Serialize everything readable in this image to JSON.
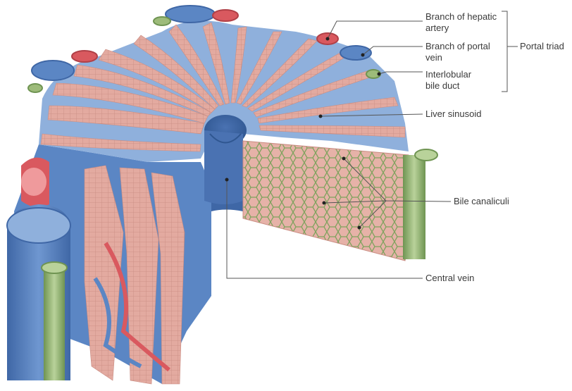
{
  "labels": {
    "hepatic_artery": "Branch of hepatic\nartery",
    "portal_vein": "Branch of portal\nvein",
    "bile_duct": "Interlobular\nbile duct",
    "portal_triad": "Portal triad",
    "sinusoid": "Liver sinusoid",
    "canaliculi": "Bile canaliculi",
    "central_vein": "Central vein"
  },
  "colors": {
    "vein_blue": "#5b86c4",
    "vein_blue_dark": "#3f67a6",
    "vein_blue_light": "#8fb0dc",
    "hepatocyte_pink": "#e3aaa0",
    "hepatocyte_pink_dark": "#c98c82",
    "artery_red": "#d9595f",
    "artery_red_light": "#ef9a9c",
    "bile_green": "#9dbb7a",
    "bile_green_dark": "#6f9452",
    "canaliculi_green": "#7fa35e",
    "leader_line": "#555555"
  }
}
